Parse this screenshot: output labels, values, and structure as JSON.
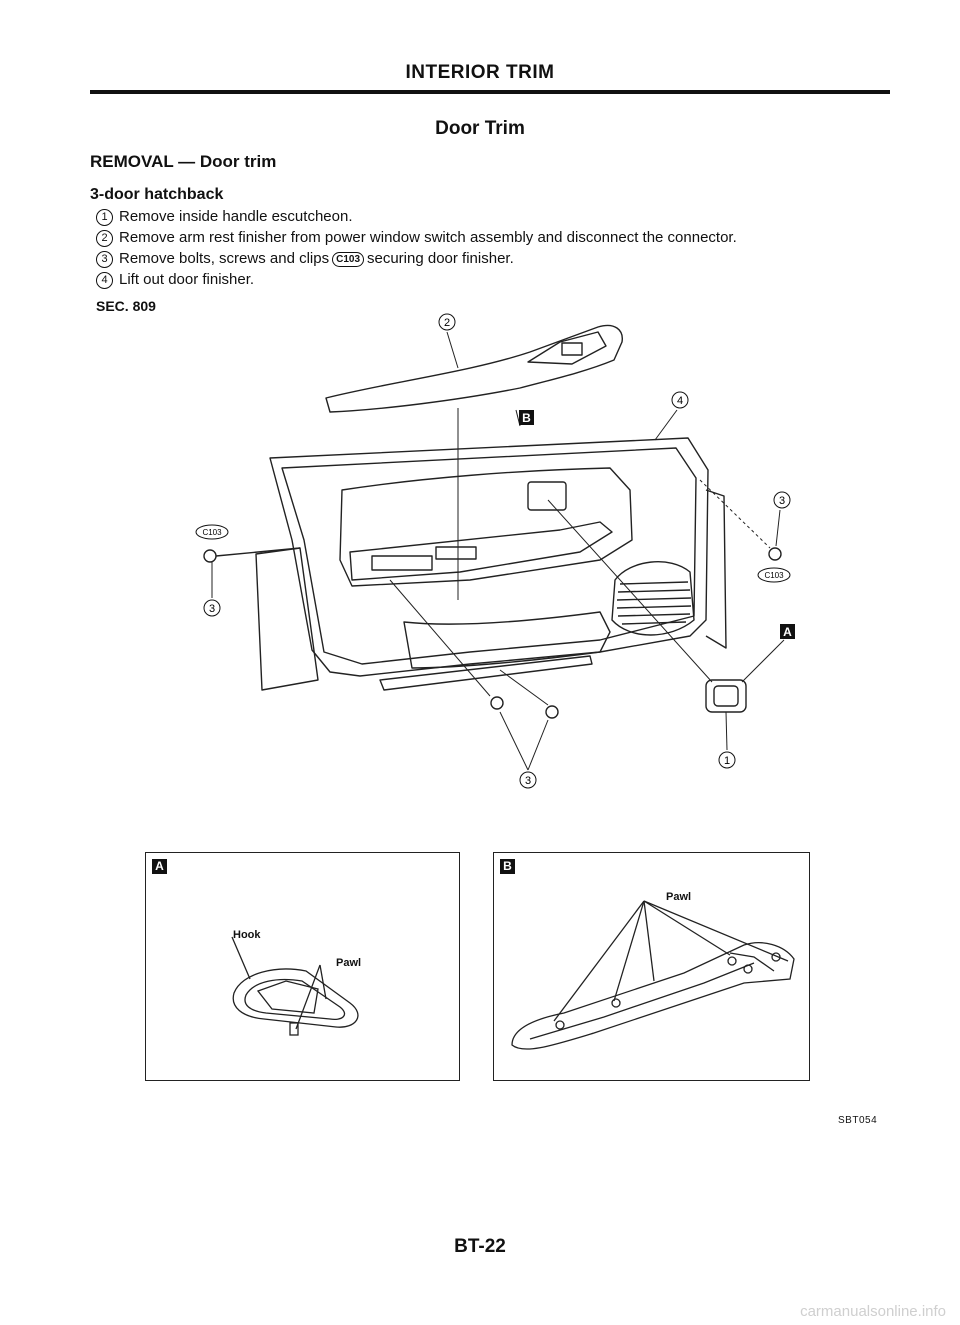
{
  "header": {
    "title": "INTERIOR TRIM"
  },
  "page_title": "Door Trim",
  "section_title": "REMOVAL — Door trim",
  "subsection_title": "3-door hatchback",
  "steps": [
    {
      "num": "1",
      "text": "Remove inside handle escutcheon."
    },
    {
      "num": "2",
      "text": "Remove arm rest finisher from power window switch assembly and disconnect the connector."
    },
    {
      "num": "3",
      "text_before": "Remove bolts, screws and clips",
      "clip": "C103",
      "text_after": "securing door finisher."
    },
    {
      "num": "4",
      "text": "Lift out door finisher."
    }
  ],
  "sec_label": "SEC. 809",
  "callouts": {
    "n1": "1",
    "n2": "2",
    "n3": "3",
    "n4": "4",
    "clip": "C103",
    "letter_a": "A",
    "letter_b": "B"
  },
  "inset_a": {
    "letter": "A",
    "hook": "Hook",
    "pawl": "Pawl"
  },
  "inset_b": {
    "letter": "B",
    "pawl": "Pawl"
  },
  "figure_code": "SBT054",
  "page_number": "BT-22",
  "watermark": "carmanualsonline.info"
}
